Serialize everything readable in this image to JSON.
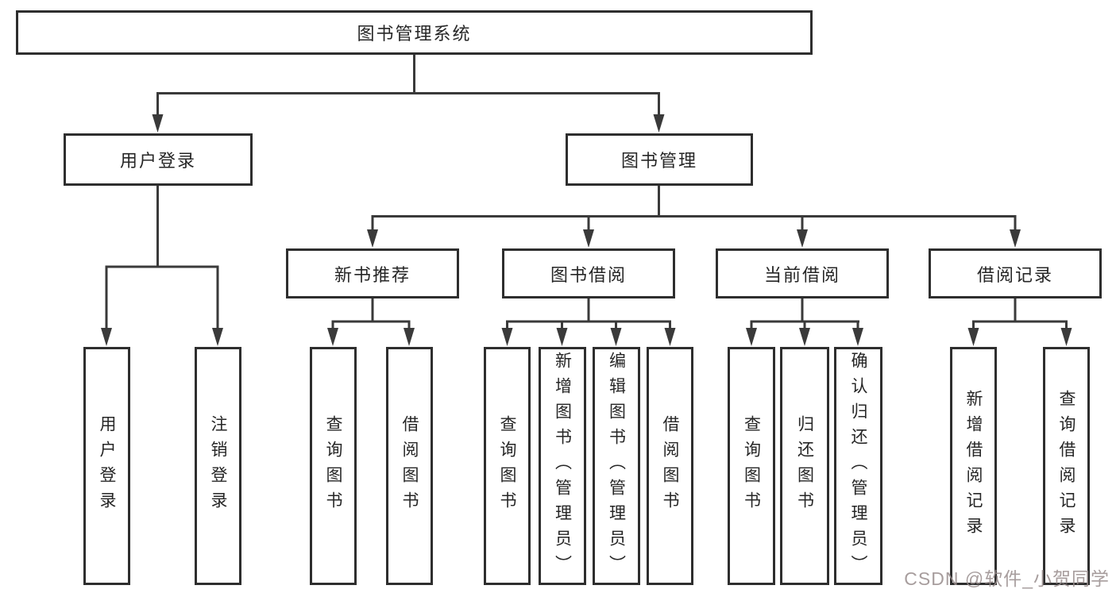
{
  "diagram": {
    "title_node": {
      "label": "图书管理系统"
    },
    "level2": [
      {
        "label": "用户登录"
      },
      {
        "label": "图书管理"
      }
    ],
    "level3": [
      {
        "label": "新书推荐"
      },
      {
        "label": "图书借阅"
      },
      {
        "label": "当前借阅"
      },
      {
        "label": "借阅记录"
      }
    ],
    "leaves": {
      "user_login_group": [
        {
          "label": "用户登录"
        },
        {
          "label": "注销登录"
        }
      ],
      "new_book_group": [
        {
          "label": "查询图书"
        },
        {
          "label": "借阅图书"
        }
      ],
      "book_borrow_group": [
        {
          "label": "查询图书"
        },
        {
          "label": "新增图书（管理员）"
        },
        {
          "label": "编辑图书（管理员）"
        },
        {
          "label": "借阅图书"
        }
      ],
      "current_borrow_group": [
        {
          "label": "查询图书"
        },
        {
          "label": "归还图书"
        },
        {
          "label": "确认归还（管理员）"
        }
      ],
      "borrow_record_group": [
        {
          "label": "新增借阅记录"
        },
        {
          "label": "查询借阅记录"
        }
      ]
    }
  },
  "watermark": {
    "text": "CSDN @软件_小贺同学"
  },
  "colors": {
    "line": "#3a3a3a",
    "box_border": "#2e2e2e",
    "text": "#262626",
    "watermark": "#988c8c",
    "background": "#ffffff"
  }
}
